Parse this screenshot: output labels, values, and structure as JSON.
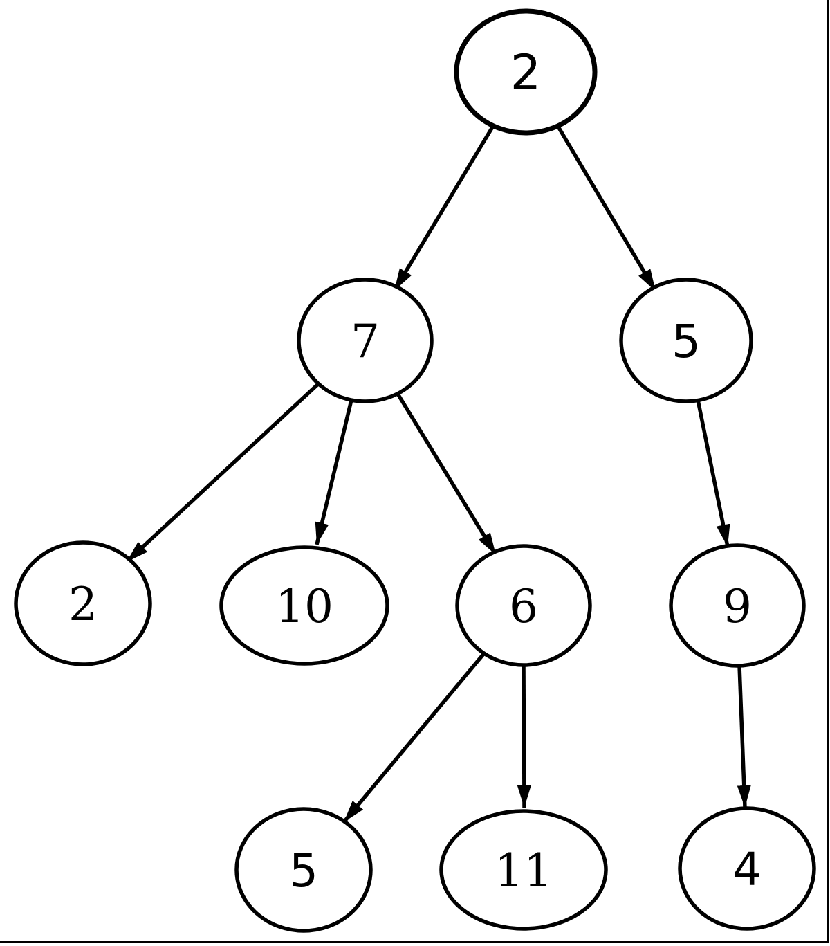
{
  "diagram": {
    "type": "directed-tree",
    "background_color": "#ffffff",
    "edge_color": "#000000",
    "node_border_color": "#000000",
    "node_fill_color": "#ffffff",
    "highlight": {
      "border_color": "#A93232",
      "label_color": "#0A840A"
    },
    "nodes": [
      {
        "id": "n0",
        "label": "2",
        "role": "root"
      },
      {
        "id": "n1",
        "label": "7"
      },
      {
        "id": "n2",
        "label": "5"
      },
      {
        "id": "n3",
        "label": "2"
      },
      {
        "id": "n4",
        "label": "10"
      },
      {
        "id": "n5",
        "label": "6"
      },
      {
        "id": "n6",
        "label": "9"
      },
      {
        "id": "n7",
        "label": "5"
      },
      {
        "id": "n8",
        "label": "11"
      },
      {
        "id": "n9",
        "label": "4"
      }
    ],
    "edges": [
      {
        "from": "n0",
        "to": "n1"
      },
      {
        "from": "n0",
        "to": "n2"
      },
      {
        "from": "n1",
        "to": "n3"
      },
      {
        "from": "n1",
        "to": "n4"
      },
      {
        "from": "n1",
        "to": "n5"
      },
      {
        "from": "n2",
        "to": "n6"
      },
      {
        "from": "n5",
        "to": "n7"
      },
      {
        "from": "n5",
        "to": "n8"
      },
      {
        "from": "n6",
        "to": "n9"
      }
    ]
  }
}
